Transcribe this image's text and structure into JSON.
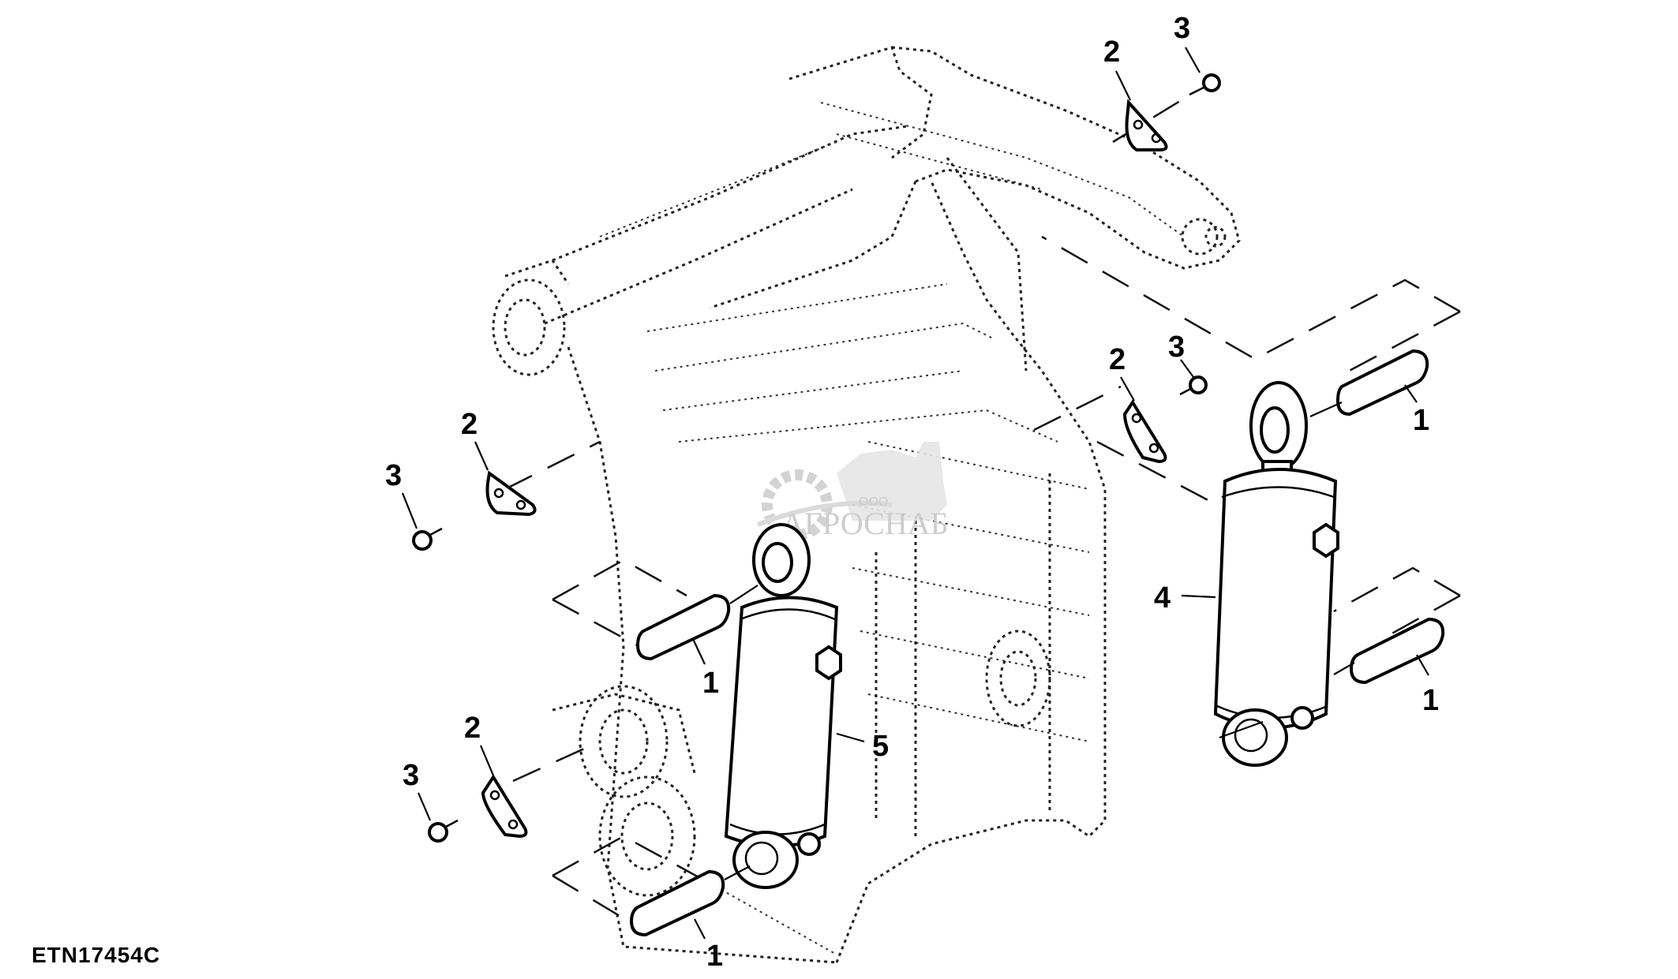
{
  "figure": {
    "id_label": "ETN17454C",
    "type": "exploded parts diagram",
    "subject": "frame with two hydraulic cylinders, pins, brackets and bolts"
  },
  "watermark": {
    "prefix": "ООО",
    "name": "АГРОСНАБ",
    "color": "#c8c8c8"
  },
  "callouts": [
    {
      "id": "c-3-top",
      "label": "3",
      "part": "bolt"
    },
    {
      "id": "c-2-top",
      "label": "2",
      "part": "bracket"
    },
    {
      "id": "c-3-right",
      "label": "3",
      "part": "bolt"
    },
    {
      "id": "c-2-right",
      "label": "2",
      "part": "bracket"
    },
    {
      "id": "c-1-right-top",
      "label": "1",
      "part": "pin"
    },
    {
      "id": "c-4",
      "label": "4",
      "part": "hydraulic cylinder (right)"
    },
    {
      "id": "c-1-right-bottom",
      "label": "1",
      "part": "pin"
    },
    {
      "id": "c-2-left-top",
      "label": "2",
      "part": "bracket"
    },
    {
      "id": "c-3-left-top",
      "label": "3",
      "part": "bolt"
    },
    {
      "id": "c-1-left-top",
      "label": "1",
      "part": "pin"
    },
    {
      "id": "c-5",
      "label": "5",
      "part": "hydraulic cylinder (left)"
    },
    {
      "id": "c-2-left-bottom",
      "label": "2",
      "part": "bracket"
    },
    {
      "id": "c-3-left-bottom",
      "label": "3",
      "part": "bolt"
    },
    {
      "id": "c-1-left-bottom",
      "label": "1",
      "part": "pin"
    }
  ]
}
